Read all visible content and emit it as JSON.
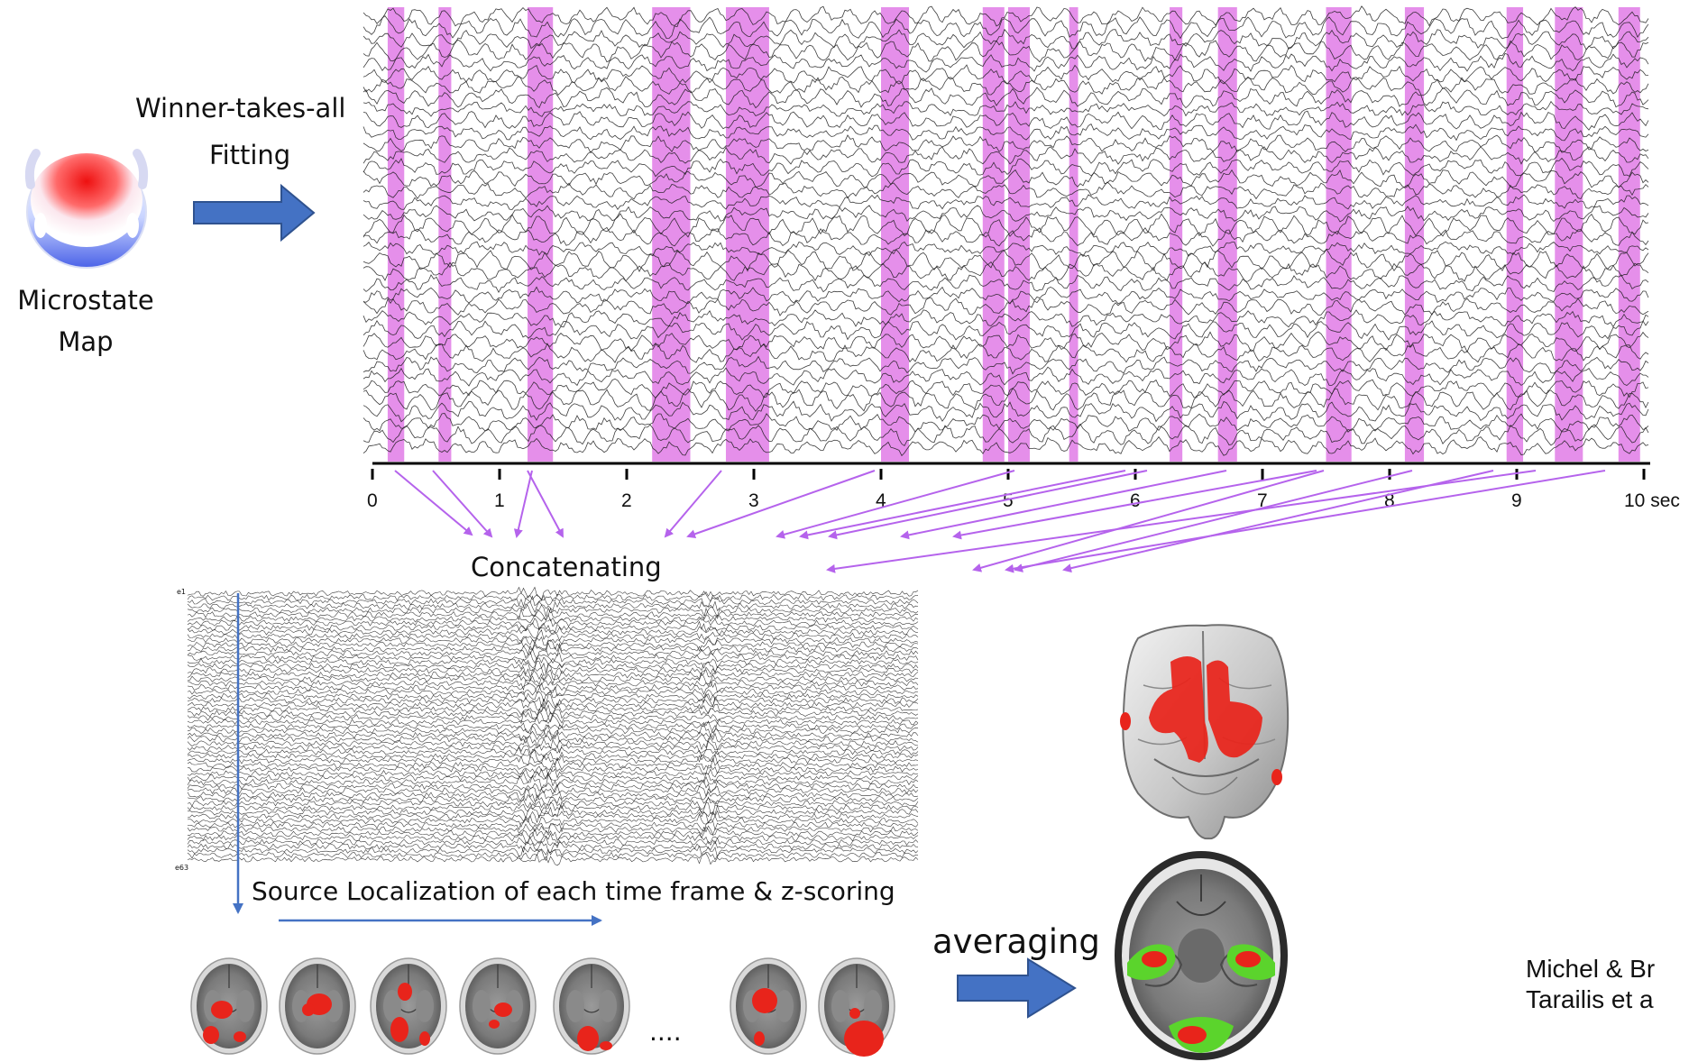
{
  "labels": {
    "winner": "Winner-takes-all",
    "fitting": "Fitting",
    "microstate_line1": "Microstate",
    "microstate_line2": "Map",
    "concatenating": "Concatenating",
    "source_loc": "Source Localization of each time frame & z-scoring",
    "averaging": "averaging",
    "ellipsis": "....",
    "eeg_top_channel": "e1",
    "eeg_bottom_channel": "e63"
  },
  "axis": {
    "ticks": [
      "0",
      "1",
      "2",
      "3",
      "4",
      "5",
      "6",
      "7",
      "8",
      "9",
      "10 sec"
    ]
  },
  "highlight_intervals_sec": [
    [
      0.12,
      0.25
    ],
    [
      0.52,
      0.62
    ],
    [
      1.22,
      1.42
    ],
    [
      2.2,
      2.5
    ],
    [
      2.78,
      3.12
    ],
    [
      4.0,
      4.22
    ],
    [
      4.8,
      4.97
    ],
    [
      5.0,
      5.17
    ],
    [
      5.48,
      5.55
    ],
    [
      6.27,
      6.37
    ],
    [
      6.65,
      6.8
    ],
    [
      7.5,
      7.7
    ],
    [
      8.12,
      8.27
    ],
    [
      8.92,
      9.05
    ],
    [
      9.3,
      9.52
    ],
    [
      9.8,
      9.97
    ]
  ],
  "citation": {
    "line1": "Michel & Br",
    "line2": "Tarailis et a"
  },
  "colors": {
    "highlight": "#e07be6",
    "arrow_blue": "#4472c4",
    "arrow_violet": "#b563ec",
    "activation_red": "#e8241b",
    "activation_green": "#5bd42c"
  }
}
